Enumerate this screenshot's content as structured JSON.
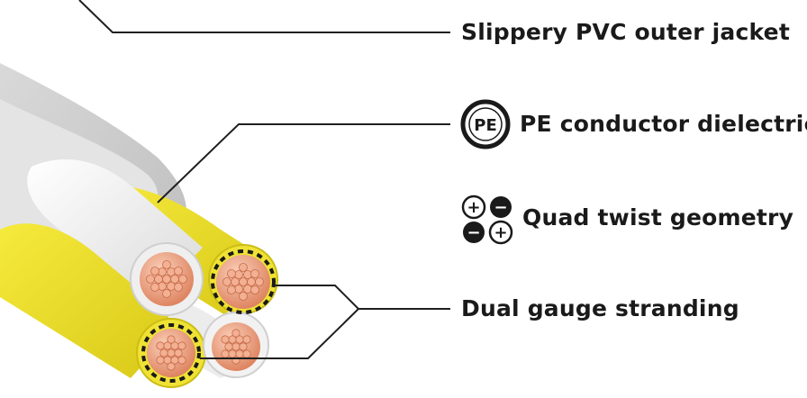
{
  "labels": {
    "jacket": "Slippery PVC outer jacket",
    "dielectric": "PE conductor dielectric",
    "geometry": "Quad twist geometry",
    "stranding": "Dual gauge stranding"
  },
  "badges": {
    "pe_text": "PE",
    "plus_symbol": "+",
    "minus_symbol": "−"
  },
  "icons": {
    "pe_badge": "pe-circle-icon",
    "polarity": "polarity-quad-icon"
  },
  "colors": {
    "jacket_gray": "#cfcfcf",
    "yellow_insulation": "#f1e21e",
    "white_insulation": "#f4f4f4",
    "copper": "#ec9a78",
    "leader_line": "#1f1f1f",
    "text": "#1a1a1a"
  }
}
